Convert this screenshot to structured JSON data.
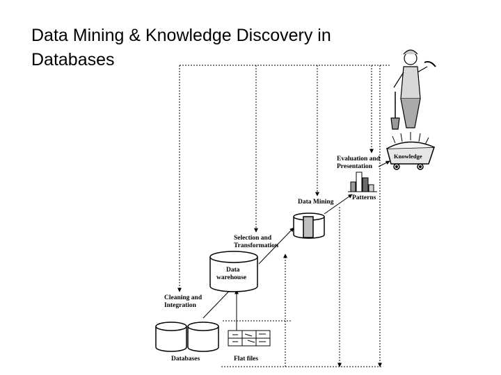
{
  "slide": {
    "title_line1": "Data Mining & Knowledge Discovery in",
    "title_line2": "Databases"
  },
  "diagram": {
    "labels": {
      "databases": "Databases",
      "flat_files": "Flat files",
      "cleaning_1": "Cleaning and",
      "cleaning_2": "Integration",
      "warehouse_1": "Data",
      "warehouse_2": "warehouse",
      "selection_1": "Selection and",
      "selection_2": "Transformation",
      "data_mining": "Data Mining",
      "evaluation_1": "Evaluation and",
      "evaluation_2": "Presentation",
      "patterns": "Patterns",
      "knowledge": "Knowledge"
    },
    "icons": {
      "miner": "miner-with-pickaxe-and-shovel-icon",
      "cart": "mine-cart-icon",
      "databases": "database-cylinder-icon",
      "warehouse": "warehouse-cylinder-icon",
      "mining": "data-cube-icon",
      "patterns": "bar-chart-icon",
      "flat_files": "flat-file-table-icon"
    },
    "colors": {
      "lines": "#000000",
      "background": "#ffffff"
    }
  }
}
